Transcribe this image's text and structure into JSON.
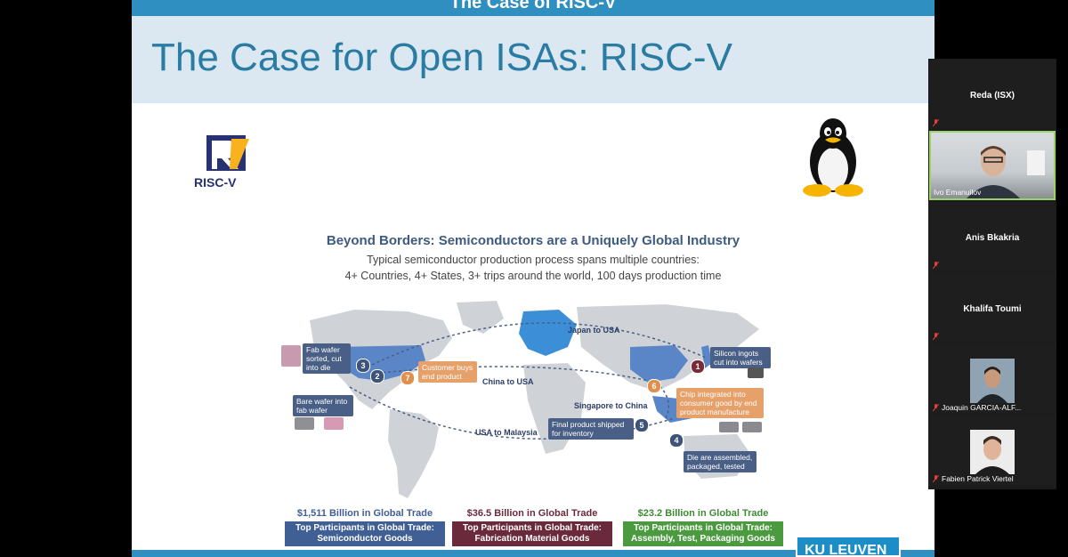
{
  "slide": {
    "topbar_text": "The Case of RISC-V",
    "title": "The Case for Open ISAs: RISC-V",
    "riscv_logo_text": "RISC-V",
    "infographic": {
      "title": "Beyond Borders: Semiconductors are a Uniquely Global Industry",
      "subtitle1": "Typical semiconductor production process spans multiple countries:",
      "subtitle2": "4+ Countries, 4+ States, 3+ trips around the world, 100 days production time",
      "routes": {
        "japan_usa": "Japan to USA",
        "china_usa": "China to USA",
        "singapore_china": "Singapore to China",
        "usa_malaysia": "USA to Malaysia"
      },
      "steps": [
        {
          "num": "1",
          "text": "Silicon ingots cut into wafers"
        },
        {
          "num": "2",
          "text": "Bare wafer into fab wafer"
        },
        {
          "num": "3",
          "text": "Fab wafer sorted, cut into die"
        },
        {
          "num": "4",
          "text": "Die are assembled, packaged, tested"
        },
        {
          "num": "5",
          "text": "Final product shipped for inventory"
        },
        {
          "num": "6",
          "text": "Chip integrated into consumer good by end product manufacture"
        },
        {
          "num": "7",
          "text": "Customer buys end product"
        }
      ],
      "trade": [
        {
          "amount": "$1,511 Billion in Global Trade",
          "label1": "Top Participants in Global Trade:",
          "label2": "Semiconductor Goods",
          "color": "#3f5f95",
          "amount_color": "#3f5f95"
        },
        {
          "amount": "$36.5 Billion in Global Trade",
          "label1": "Top Participants in Global Trade:",
          "label2": "Fabrication Material Goods",
          "color": "#6b2a3c",
          "amount_color": "#6b2a3c"
        },
        {
          "amount": "$23.2 Billion in Global Trade",
          "label1": "Top Participants in Global Trade:",
          "label2": "Assembly, Test, Packaging Goods",
          "color": "#4c9a3f",
          "amount_color": "#3d8a33"
        }
      ]
    },
    "footer_logo": "KU LEUVEN"
  },
  "participants": [
    {
      "name": "Reda (ISX)",
      "video": false,
      "muted": true
    },
    {
      "name": "Ivo Emanuilov",
      "video": true,
      "muted": false,
      "active": true
    },
    {
      "name": "Anis Bkakria",
      "video": false,
      "muted": true
    },
    {
      "name": "Khalifa Toumi",
      "video": false,
      "muted": true
    },
    {
      "name": "Joaquin GARCIA-ALF...",
      "video": true,
      "muted": true
    },
    {
      "name": "Fabien Patrick Viertel",
      "video": true,
      "muted": true
    }
  ],
  "colors": {
    "slide_blue": "#2f8fc0",
    "title_blue": "#2a7ca3",
    "active_speaker": "#9bd36a"
  }
}
